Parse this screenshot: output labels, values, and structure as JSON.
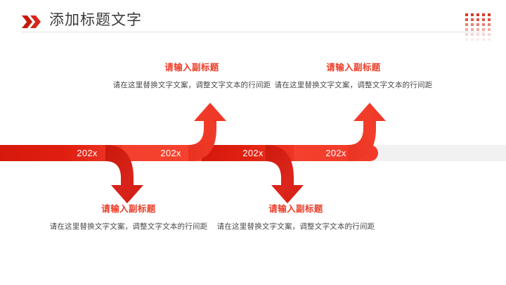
{
  "header": {
    "title": "添加标题文字",
    "chevron_icon": "double-chevron-right-icon",
    "decoration_icon": "dot-grid-decoration"
  },
  "timeline": {
    "years": [
      "202x",
      "202x",
      "202x",
      "202x"
    ],
    "colors": {
      "primary_red": "#e01f11",
      "light_red": "#f4402d",
      "dark_red": "#c4190c",
      "accent_text": "#ec3b26",
      "track_gray": "#f1f1f1"
    },
    "arrows": [
      {
        "name": "down-arrow-1",
        "direction": "down"
      },
      {
        "name": "up-arrow-1",
        "direction": "up"
      },
      {
        "name": "down-arrow-2",
        "direction": "down"
      },
      {
        "name": "up-arrow-2",
        "direction": "up"
      }
    ]
  },
  "blocks": [
    {
      "subtitle": "请输入副标题",
      "body": "请在这里替换文字文案，调整文字文本的行间距"
    },
    {
      "subtitle": "请输入副标题",
      "body": "请在这里替换文字文案，调整文字文本的行间距"
    },
    {
      "subtitle": "请输入副标题",
      "body": "请在这里替换文字文案，调整文字文本的行间距"
    },
    {
      "subtitle": "请输入副标题",
      "body": "请在这里替换文字文案，调整文字文本的行间距"
    }
  ]
}
